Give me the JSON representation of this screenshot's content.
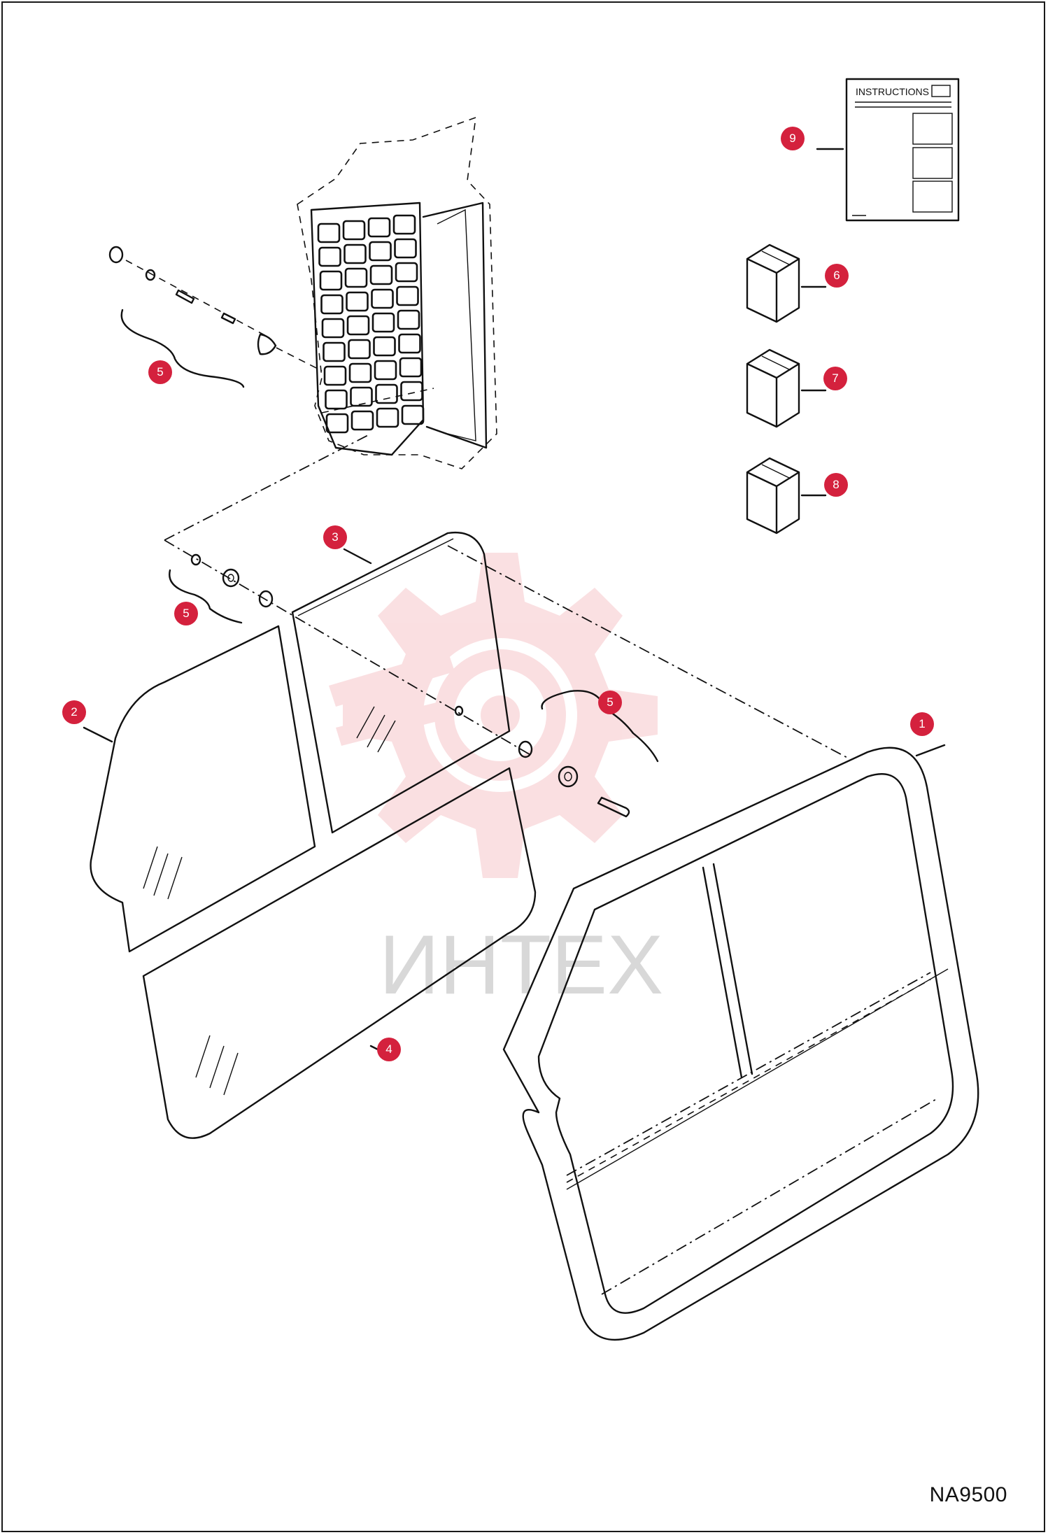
{
  "diagram": {
    "callouts": [
      {
        "id": "9",
        "label": "9"
      },
      {
        "id": "6",
        "label": "6"
      },
      {
        "id": "7",
        "label": "7"
      },
      {
        "id": "8",
        "label": "8"
      },
      {
        "id": "5a",
        "label": "5"
      },
      {
        "id": "3",
        "label": "3"
      },
      {
        "id": "5b",
        "label": "5"
      },
      {
        "id": "5c",
        "label": "5"
      },
      {
        "id": "2",
        "label": "2"
      },
      {
        "id": "1",
        "label": "1"
      },
      {
        "id": "4",
        "label": "4"
      }
    ],
    "instructions_label": "INSTRUCTIONS",
    "figure_code": "NA9500",
    "watermark": "ИНТЕХ"
  },
  "colors": {
    "callout_fill": "#d4213d",
    "line": "#111111",
    "watermark": "#f2b3b8"
  }
}
